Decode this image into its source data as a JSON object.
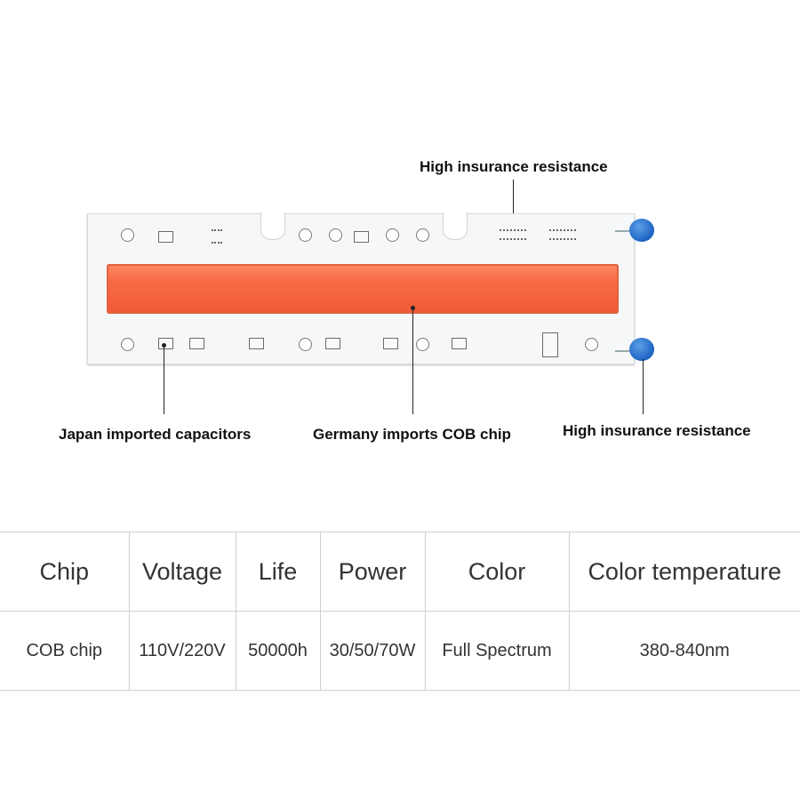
{
  "callouts": {
    "top_right": "High insurance resistance",
    "bottom_left": "Japan imported capacitors",
    "bottom_center": "Germany imports COB chip",
    "bottom_right": "High insurance resistance"
  },
  "product_image": {
    "description_icon": "cob-led-chip-board",
    "chip_color": "#f26a44",
    "capacitor_color": "#2b6fcf"
  },
  "spec_table": {
    "headers": [
      "Chip",
      "Voltage",
      "Life",
      "Power",
      "Color",
      "Color temperature"
    ],
    "values": [
      "COB chip",
      "110V/220V",
      "50000h",
      "30/50/70W",
      "Full Spectrum",
      "380-840nm"
    ]
  }
}
